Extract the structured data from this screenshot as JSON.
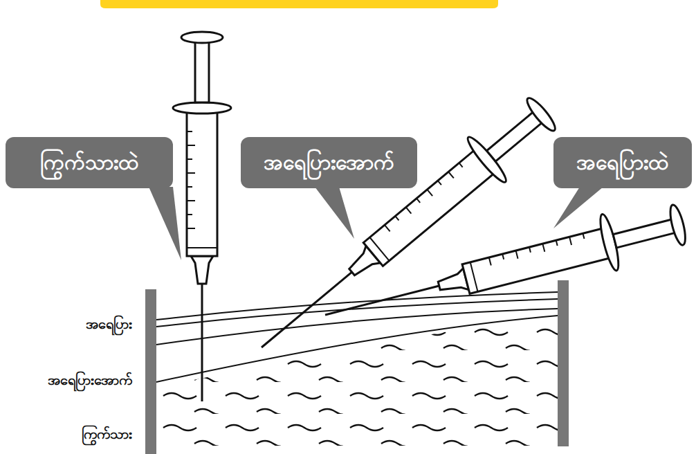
{
  "diagram": {
    "nodes": [
      {
        "text": [
          "ကြွက်သားထဲ"
        ]
      },
      {
        "text": [
          "အရေပြားအောက်"
        ]
      },
      {
        "text": [
          "အရေပြားထဲ"
        ]
      }
    ],
    "labels": [
      "အရေပြား",
      "အရေပြားအောက်",
      "ကြွက်သား"
    ]
  }
}
